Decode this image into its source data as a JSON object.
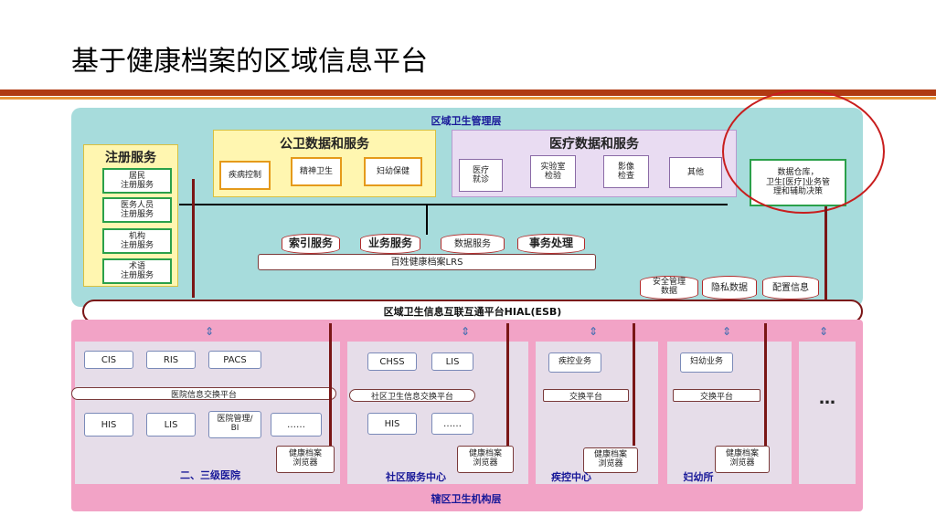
{
  "title": "基于健康档案的区域信息平台",
  "regional_layer": {
    "label": "区域卫生管理层",
    "registry": {
      "title": "注册服务",
      "items": [
        "居民\n注册服务",
        "医务人员\n注册服务",
        "机构\n注册服务",
        "术语\n注册服务"
      ]
    },
    "public_health": {
      "title": "公卫数据和服务",
      "items": [
        "疾病控制",
        "精神卫生",
        "妇幼保健"
      ]
    },
    "medical": {
      "title": "医疗数据和服务",
      "items": [
        "医疗\n就诊",
        "实验室\n检验",
        "影像\n检查",
        "其他"
      ]
    },
    "warehouse": "数据仓库，\n卫生[医疗]业务管\n理和辅助决策",
    "services": [
      "索引服务",
      "业务服务",
      "数据服务",
      "事务处理"
    ],
    "lrs_bar": "百姓健康档案LRS",
    "security": [
      "安全管理\n数据",
      "隐私数据",
      "配置信息"
    ],
    "esb": "区域卫生信息互联互通平台HIAL(ESB)"
  },
  "jurisdiction_layer": {
    "label": "辖区卫生机构层",
    "hospital": {
      "label": "二、三级医院",
      "row1": [
        "CIS",
        "RIS",
        "PACS"
      ],
      "bar": "医院信息交换平台",
      "row2": [
        "HIS",
        "LIS",
        "医院管理/\nBI",
        "……"
      ],
      "browser": "健康档案\n浏览器"
    },
    "community": {
      "label": "社区服务中心",
      "row1": [
        "CHSS",
        "LIS"
      ],
      "bar": "社区卫生信息交换平台",
      "row2": [
        "HIS",
        "……"
      ],
      "browser": "健康档案\n浏览器"
    },
    "cdc": {
      "label": "疾控中心",
      "service": "疾控业务",
      "bar": "交换平台",
      "browser": "健康档案\n浏览器"
    },
    "maternal": {
      "label": "妇幼所",
      "service": "妇幼业务",
      "bar": "交换平台",
      "browser": "健康档案\n浏览器"
    },
    "more": "…"
  },
  "colors": {
    "regional_bg": "#a7dcdc",
    "jurisdiction_bg": "#f2a3c6",
    "connector": "#7a1616",
    "highlight_circle": "#c81e1e",
    "title_rule": "#b03a12"
  }
}
